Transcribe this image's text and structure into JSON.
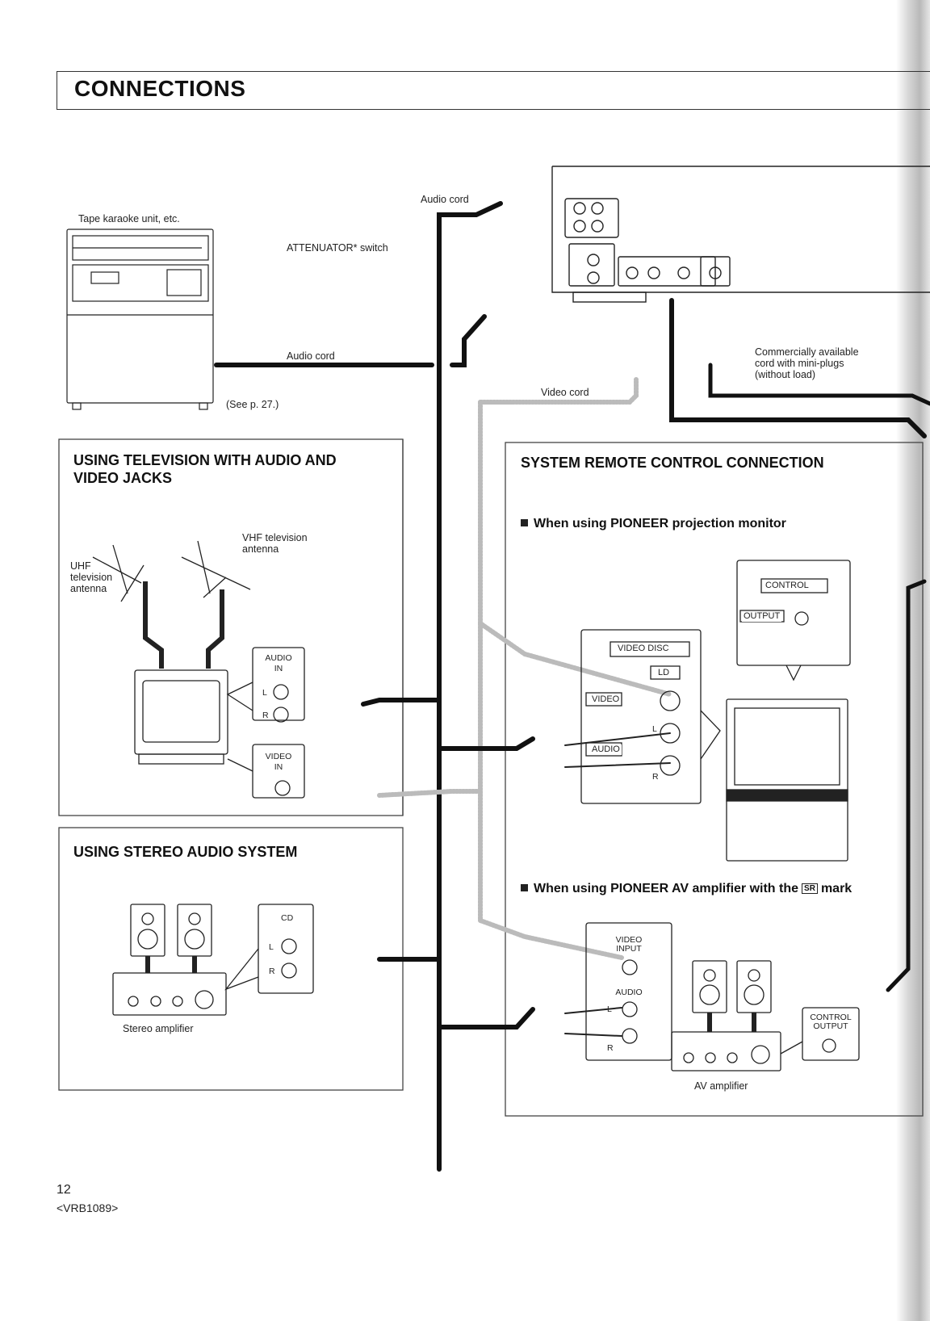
{
  "header": {
    "title": "CONNECTIONS"
  },
  "top_labels": {
    "tape_unit": "Tape karaoke unit, etc.",
    "audio_cord_top": "Audio cord",
    "attenuator": "ATTENUATOR* switch",
    "audio_cord_mid": "Audio cord",
    "see_page": "(See p. 27.)",
    "video_cord": "Video cord",
    "mini_plug_cord": [
      "Commercially available",
      "cord with mini-plugs",
      "(without load)"
    ]
  },
  "tv_panel": {
    "title_line1": "USING TELEVISION WITH AUDIO AND",
    "title_line2": "VIDEO JACKS",
    "vhf_antenna": [
      "VHF television",
      "antenna"
    ],
    "uhf_antenna": [
      "UHF",
      "television",
      "antenna"
    ],
    "audio_in": [
      "AUDIO",
      "IN"
    ],
    "video_in": [
      "VIDEO",
      "IN"
    ],
    "left_jack": "L",
    "right_jack": "R"
  },
  "stereo_panel": {
    "title": "USING STEREO AUDIO SYSTEM",
    "cd_label": "CD",
    "left_jack": "L",
    "right_jack": "R",
    "amp_label": "Stereo amplifier"
  },
  "system_panel": {
    "title": "SYSTEM REMOTE CONTROL CONNECTION",
    "projection_heading": "When using PIONEER projection monitor",
    "control_label": "CONTROL",
    "output_label": "OUTPUT",
    "video_disc": "VIDEO DISC",
    "ld": "LD",
    "video": "VIDEO",
    "audio": "AUDIO",
    "left_jack": "L",
    "right_jack": "R",
    "av_heading_prefix": "When using PIONEER AV amplifier with the",
    "av_heading_mark": "SR",
    "av_heading_suffix": "mark",
    "video_input": [
      "VIDEO",
      "INPUT"
    ],
    "av_audio": "AUDIO",
    "control_output": [
      "CONTROL",
      "OUTPUT"
    ],
    "av_amp_label": "AV amplifier"
  },
  "footer": {
    "page_number": "12",
    "doc_code": "<VRB1089>"
  }
}
